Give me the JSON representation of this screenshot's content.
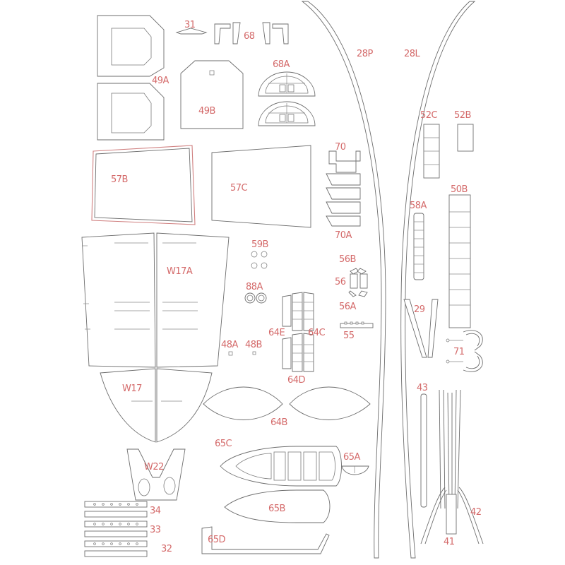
{
  "sheet": {
    "labels": {
      "p31": "31",
      "p68": "68",
      "p28P": "28P",
      "p28L": "28L",
      "p49A": "49A",
      "p68A": "68A",
      "p49B": "49B",
      "p52C": "52C",
      "p52B": "52B",
      "p70": "70",
      "p57B": "57B",
      "p57C": "57C",
      "p50B": "50B",
      "p58A": "58A",
      "p70A": "70A",
      "p59B": "59B",
      "pW17A": "W17A",
      "p56B": "56B",
      "p56": "56",
      "p88A": "88A",
      "p56A": "56A",
      "p29": "29",
      "p64E": "64E",
      "p64C": "64C",
      "p55": "55",
      "p48A": "48A",
      "p48B": "48B",
      "p71": "71",
      "p64D": "64D",
      "pW17": "W17",
      "p43": "43",
      "p64B": "64B",
      "p65C": "65C",
      "p65A": "65A",
      "pW22": "W22",
      "p65B": "65B",
      "p34": "34",
      "p42": "42",
      "p33": "33",
      "p65D": "65D",
      "p41": "41",
      "p32": "32"
    },
    "colors": {
      "outline": "#6e6e6e",
      "label": "#d46a6a",
      "highlight_outline": "#d08080",
      "background": "#ffffff"
    }
  }
}
